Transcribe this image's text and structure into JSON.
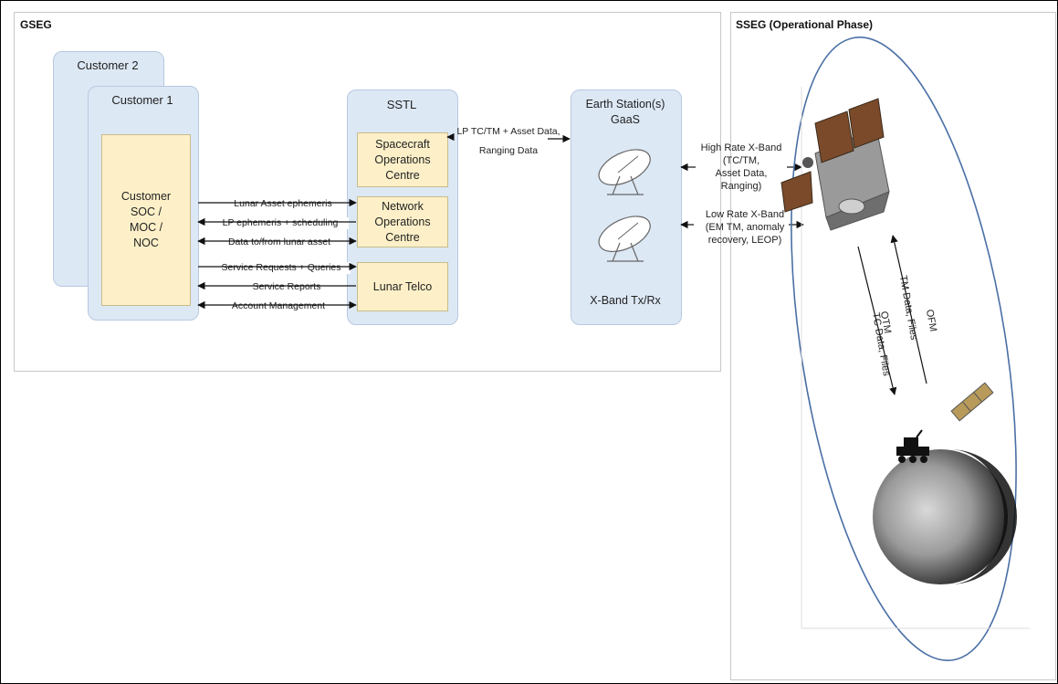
{
  "gseg": {
    "title": "GSEG",
    "customer2": "Customer 2",
    "customer1": "Customer 1",
    "customer_ops": "Customer\nSOC /\nMOC /\nNOC",
    "sstl": {
      "title": "SSTL",
      "soc": "Spacecraft\nOperations\nCentre",
      "noc": "Network\nOperations\nCentre",
      "telco": "Lunar Telco"
    },
    "earth_station": {
      "title": "Earth Station(s)\nGaaS",
      "xband": "X-Band Tx/Rx"
    },
    "flows": [
      "Lunar Asset ephemeris",
      "LP ephemeris + scheduling",
      "Data to/from lunar asset",
      "Service Requests + Queries",
      "Service Reports",
      "Account Management"
    ],
    "sstl_to_station": "LP TC/TM + Asset Data,\nRanging Data"
  },
  "sseg": {
    "title": "SSEG (Operational Phase)",
    "high_rate": "High Rate X-Band\n(TC/TM,\nAsset Data,\nRanging)",
    "low_rate": "Low Rate X-Band\n(EM TM, anomaly\nrecovery, LEOP)",
    "ofm": "OFM",
    "tm_data": "TM Data, Files",
    "otm": "OTM",
    "tc_data": "TC Data, Files"
  },
  "colors": {
    "lane_fill": "#dde8f5",
    "box_fill": "#fdf0c8",
    "orbit": "#4a6fa5"
  }
}
